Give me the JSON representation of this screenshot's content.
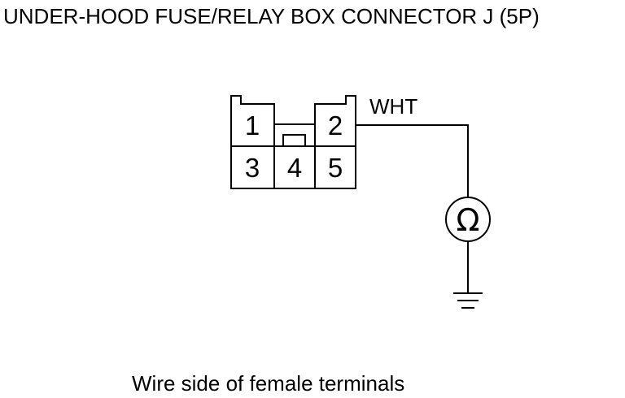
{
  "diagram": {
    "title": "UNDER-HOOD FUSE/RELAY BOX CONNECTOR J (5P)",
    "caption": "Wire side of female terminals",
    "connector": {
      "pins": [
        "1",
        "2",
        "3",
        "4",
        "5"
      ]
    },
    "wire": {
      "pin": "2",
      "color_label": "WHT"
    },
    "meter_symbol": "Ω",
    "ground": true
  },
  "colors": {
    "line": "#000000",
    "background": "#ffffff"
  }
}
